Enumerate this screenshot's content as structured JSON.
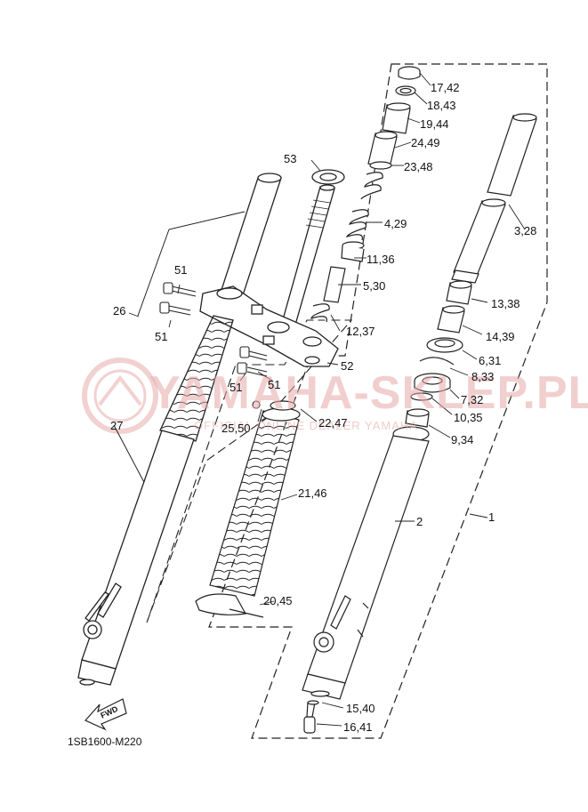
{
  "watermark": {
    "main": "YAMAHA-SKLEP.PL",
    "sub": "OFFICIAL ONLINE DEALER YAMAHA"
  },
  "fwd_label": "FWD",
  "diagram_code": "1SB1600-M220",
  "labels": {
    "p17_42": "17,42",
    "p18_43": "18,43",
    "p19_44": "19,44",
    "p24_49": "24,49",
    "p23_48": "23,48",
    "p53": "53",
    "p4_29": "4,29",
    "p3_28": "3,28",
    "p11_36": "11,36",
    "p5_30": "5,30",
    "p13_38": "13,38",
    "p26": "26",
    "p51a": "51",
    "p51b": "51",
    "p12_37": "12,37",
    "p14_39": "14,39",
    "p6_31": "6,31",
    "p52": "52",
    "p51c": "51",
    "p51d": "51",
    "p8_33": "8,33",
    "p7_32": "7,32",
    "p27": "27",
    "p22_47": "22,47",
    "p25_50": "25,50",
    "p10_35": "10,35",
    "p9_34": "9,34",
    "p21_46": "21,46",
    "p2": "2",
    "p1": "1",
    "p20_45": "20,45",
    "p15_40": "15,40",
    "p16_41": "16,41"
  },
  "colors": {
    "line": "#1a1a1a",
    "watermark": "#e7a9a9"
  }
}
